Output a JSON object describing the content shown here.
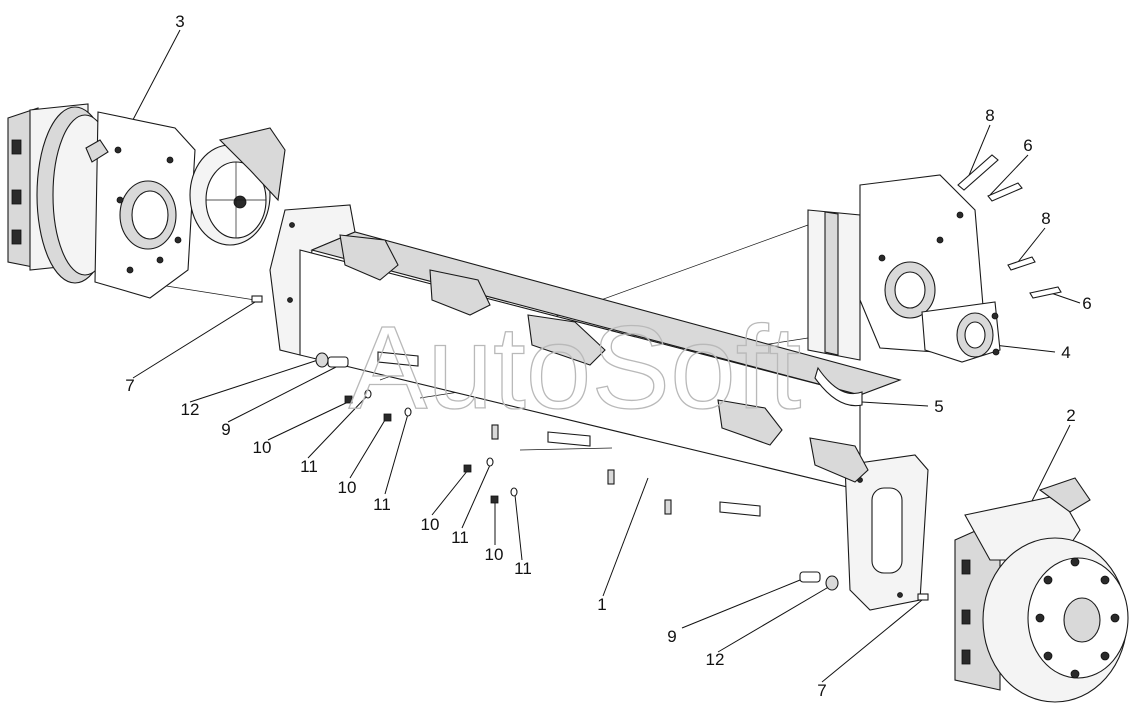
{
  "watermark": "AutoSoft",
  "callouts": [
    {
      "id": "c3",
      "text": "3"
    },
    {
      "id": "c8a",
      "text": "8"
    },
    {
      "id": "c6a",
      "text": "6"
    },
    {
      "id": "c8b",
      "text": "8"
    },
    {
      "id": "c6b",
      "text": "6"
    },
    {
      "id": "c4",
      "text": "4"
    },
    {
      "id": "c5",
      "text": "5"
    },
    {
      "id": "c2",
      "text": "2"
    },
    {
      "id": "c7a",
      "text": "7"
    },
    {
      "id": "c12a",
      "text": "12"
    },
    {
      "id": "c9a",
      "text": "9"
    },
    {
      "id": "c10a",
      "text": "10"
    },
    {
      "id": "c11a",
      "text": "11"
    },
    {
      "id": "c10b",
      "text": "10"
    },
    {
      "id": "c11b",
      "text": "11"
    },
    {
      "id": "c10c",
      "text": "10"
    },
    {
      "id": "c11c",
      "text": "11"
    },
    {
      "id": "c10d",
      "text": "10"
    },
    {
      "id": "c11d",
      "text": "11"
    },
    {
      "id": "c1",
      "text": "1"
    },
    {
      "id": "c9b",
      "text": "9"
    },
    {
      "id": "c12b",
      "text": "12"
    },
    {
      "id": "c7b",
      "text": "7"
    }
  ]
}
